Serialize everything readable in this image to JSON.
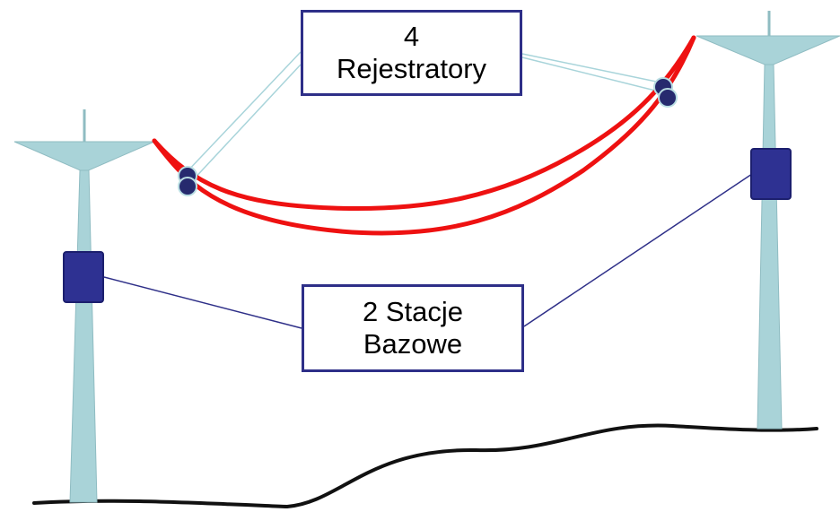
{
  "labels": {
    "recorders_line1": "4",
    "recorders_line2": "Rejestratory",
    "stations_line1": "2 Stacje",
    "stations_line2": "Bazowe"
  },
  "colors": {
    "tower": "#a9d3d8",
    "tower_stroke": "#8fbcc2",
    "cable": "#ee1111",
    "device": "#2e3192",
    "device_stroke": "#1c1f6e",
    "recorder": "#262a6e",
    "recorder_rim": "#b8dde2",
    "leader_blue": "#2e2f88",
    "leader_light": "#a8d4da",
    "ground": "#111111"
  }
}
